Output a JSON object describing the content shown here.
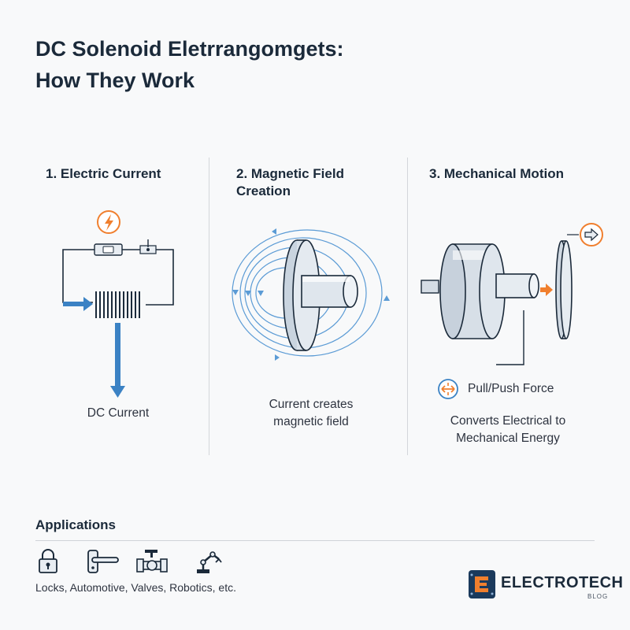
{
  "title": {
    "line1": "DC Solenoid Eletrrangomgets:",
    "line2": "How They Work"
  },
  "panels": [
    {
      "title": "1. Electric Current",
      "caption": "DC Current"
    },
    {
      "title_line1": "2. Magnetic Field",
      "title_line2": "Creation",
      "caption_line1": "Current creates",
      "caption_line2": "magnetic field"
    },
    {
      "title": "3. Mechanical Motion",
      "force_label": "Pull/Push Force",
      "caption_line1": "Converts Electrical to",
      "caption_line2": "Mechanical Energy"
    }
  ],
  "applications": {
    "heading": "Applications",
    "icons": [
      "lock-icon",
      "door-handle-icon",
      "valve-icon",
      "robot-arm-icon"
    ],
    "text": "Locks, Automotive, Valves, Robotics, etc."
  },
  "brand": {
    "name": "ELECTROTECH",
    "sub": "BLOG"
  },
  "colors": {
    "accent_blue": "#3b82c4",
    "accent_orange": "#f07f2e",
    "navy": "#1b2a3a"
  }
}
